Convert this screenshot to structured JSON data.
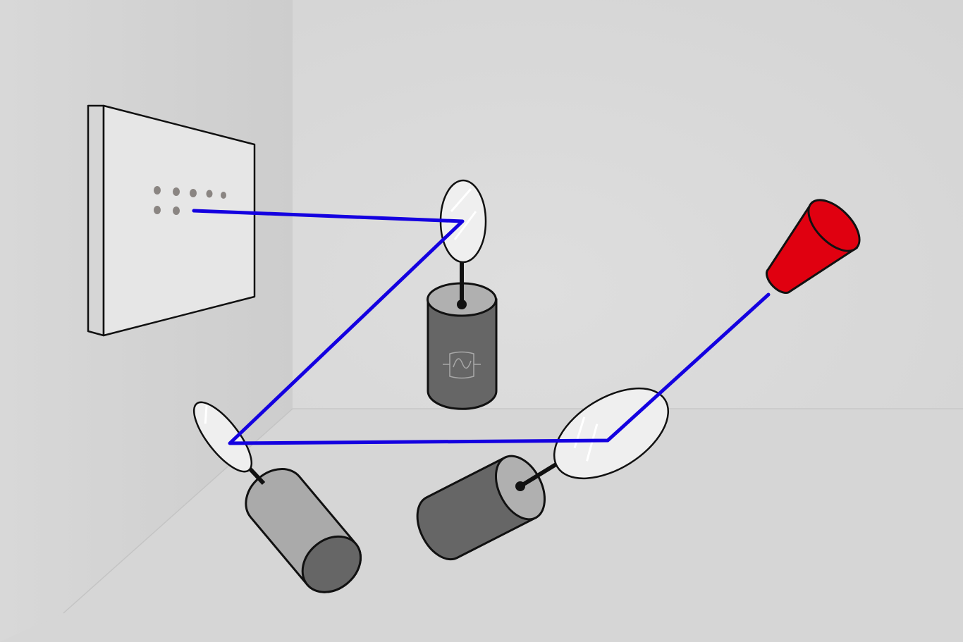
{
  "colors": {
    "background": "#dcdcdc",
    "beam": "#1400e0",
    "laser": "#e00010",
    "motor_body": "#666666",
    "motor_light": "#b0b0b0",
    "screen": "#e6e6e6"
  },
  "elements": {
    "laser": "laser-emitter",
    "mirrors": [
      "galvo-mirror-top",
      "galvo-mirror-left",
      "galvo-mirror-right"
    ],
    "screen_dots": 7
  }
}
